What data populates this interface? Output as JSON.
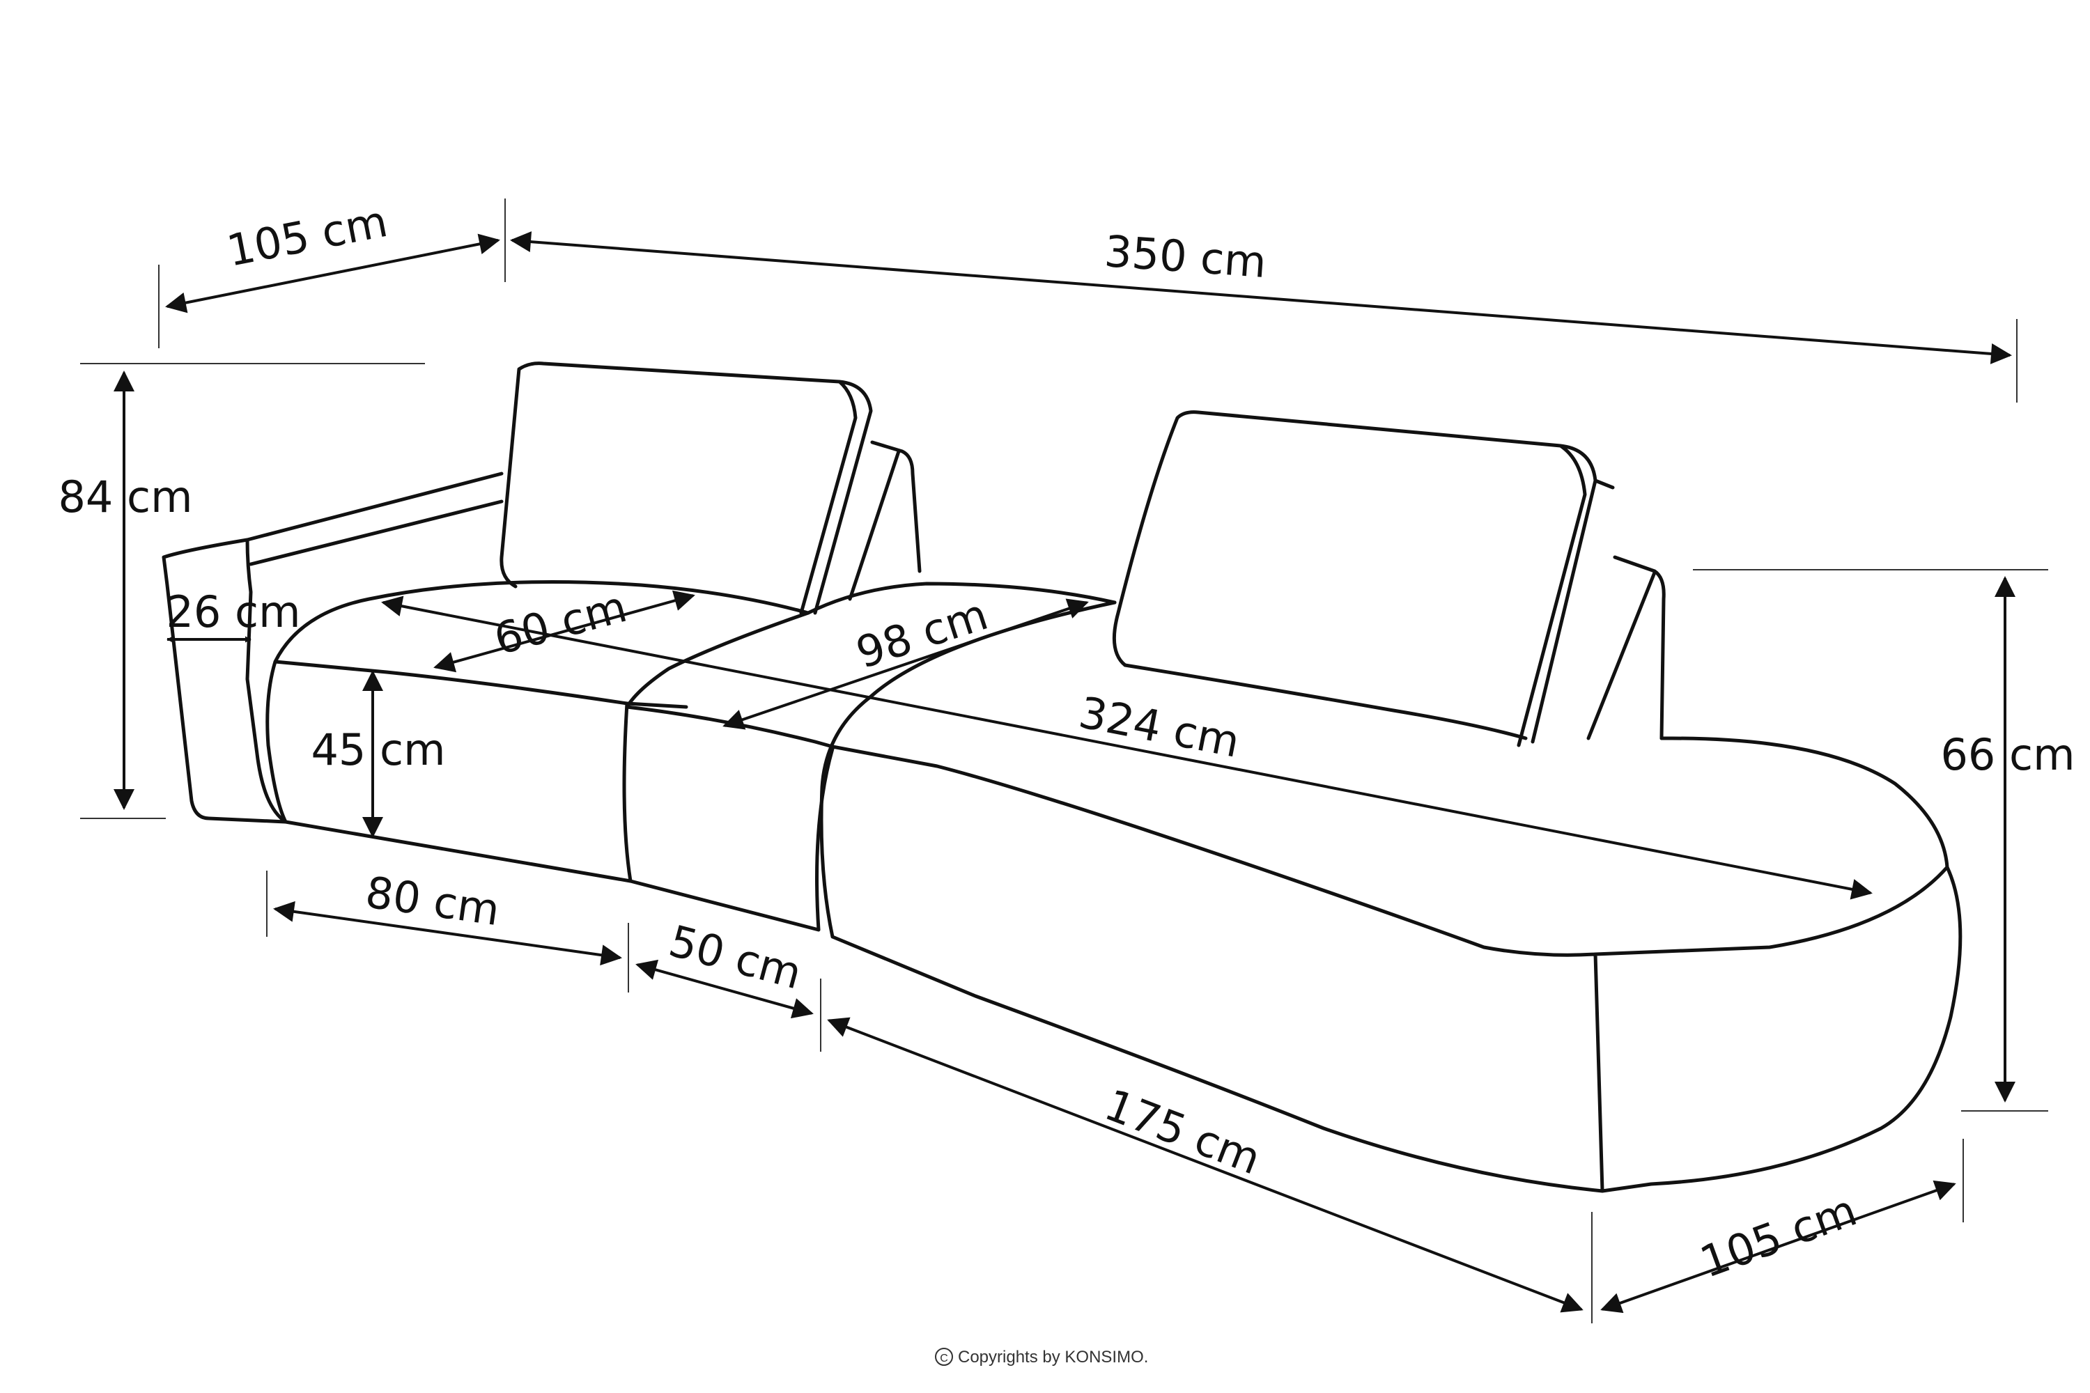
{
  "diagram": {
    "line_color": "#111111",
    "background": "#ffffff"
  },
  "dimensions": {
    "depth_top": "105 cm",
    "length_top": "350 cm",
    "height_total": "84 cm",
    "armrest_width": "26 cm",
    "seat_depth": "60 cm",
    "chaise_seat_depth": "98 cm",
    "seat_length": "324 cm",
    "seat_height": "45 cm",
    "chaise_height": "66 cm",
    "module_a": "80 cm",
    "module_b": "50 cm",
    "module_c": "175 cm",
    "depth_bottom": "105 cm"
  },
  "footer": {
    "copyright_icon": "copyright-icon",
    "copyright_text": "Copyrights by KONSIMO."
  }
}
